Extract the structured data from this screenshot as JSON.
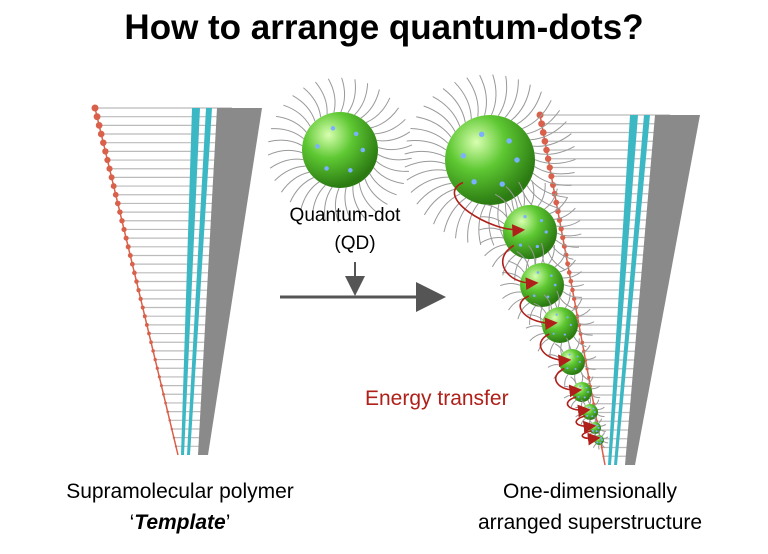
{
  "title": "How to arrange quantum-dots?",
  "qd_label_line1": "Quantum-dot",
  "qd_label_line2": "(QD)",
  "energy_label": "Energy transfer",
  "left_caption": {
    "line1": "Supramolecular polymer",
    "quote_open": "‘",
    "emphasis": "Template",
    "quote_close": "’"
  },
  "right_caption": {
    "line1": "One-dimensionally",
    "line2": "arranged superstructure"
  },
  "colors": {
    "sphere": "#5ec832",
    "arrow_red": "#b0201a",
    "teal": "#3bb8c4",
    "gray": "#8a8a8a",
    "red_tip": "#d9604a"
  }
}
